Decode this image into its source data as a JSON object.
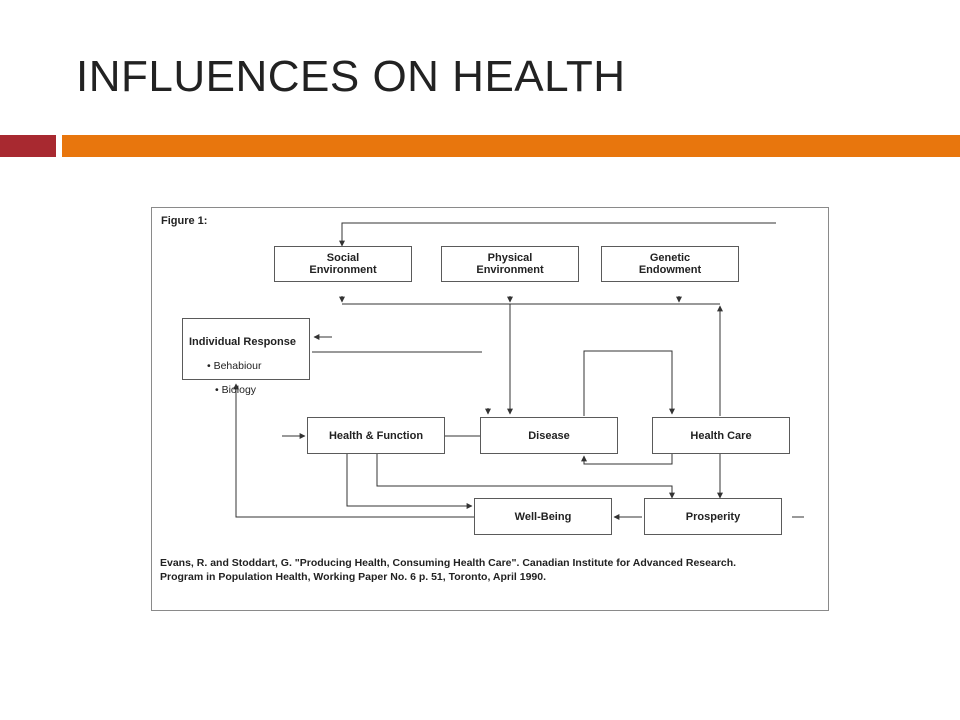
{
  "slide": {
    "title": "INFLUENCES ON HEALTH",
    "accent_colors": {
      "red": "#a82930",
      "orange": "#e8760d"
    }
  },
  "figure": {
    "label": "Figure 1:",
    "nodes": {
      "social_environment": "Social\nEnvironment",
      "physical_environment": "Physical\nEnvironment",
      "genetic_endowment": "Genetic\nEndowment",
      "individual_response": {
        "title": "Individual Response",
        "items": [
          "• Behabiour",
          "• Biology"
        ]
      },
      "health_function": "Health & Function",
      "disease": "Disease",
      "health_care": "Health Care",
      "well_being": "Well-Being",
      "prosperity": "Prosperity"
    },
    "citation": {
      "line1": "Evans, R. and Stoddart, G. \"Producing Health,  Consuming Health Care\". Canadian Institute for Advanced Research.",
      "line2": "Program in Population Health, Working Paper No. 6 p. 51, Toronto, April 1990."
    }
  }
}
